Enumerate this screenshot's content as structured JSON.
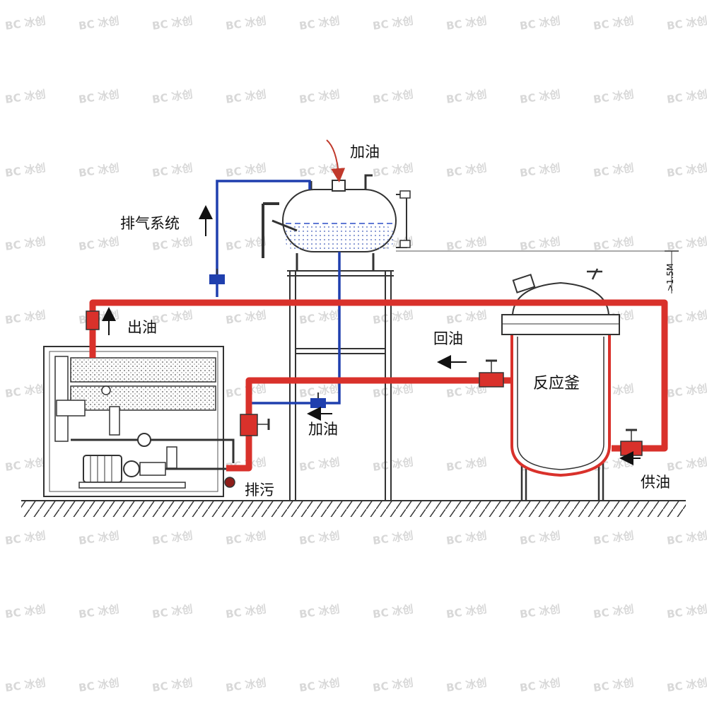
{
  "watermark": {
    "text": "冰创"
  },
  "labels": {
    "fill_oil_top": "加油",
    "fill_oil_bottom": "加油",
    "exhaust_system": "排气系统",
    "oil_out": "出油",
    "return_oil": "回油",
    "reactor": "反应釜",
    "drain": "排污",
    "supply_oil": "供油",
    "height_note": ">1.5M"
  },
  "colors": {
    "hot_oil_pipe": "#d9312b",
    "fill_pipe": "#1f3fae",
    "outline": "#333333",
    "watermark": "#d8d8d8",
    "arrow_red": "#c0392b"
  }
}
